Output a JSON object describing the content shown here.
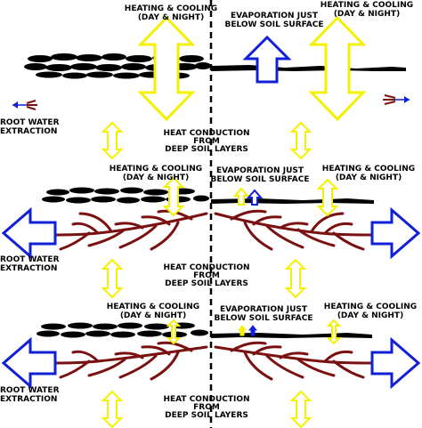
{
  "colors": {
    "heat": "#f5f000",
    "heat_stroke": "#e5e000",
    "water": "#1020d8",
    "root": "#7a1010",
    "soil": "#000000",
    "text": "#000000"
  },
  "labels": {
    "heating": [
      "HEATING & COOLING",
      "(DAY & NIGHT)"
    ],
    "evaporation": [
      "EVAPORATION JUST",
      "BELOW SOIL SURFACE"
    ],
    "conduction": [
      "HEAT CONDUCTION",
      "FROM",
      "DEEP SOIL LAYERS"
    ],
    "root_water": [
      "ROOT WATER",
      "EXTRACTION"
    ]
  }
}
